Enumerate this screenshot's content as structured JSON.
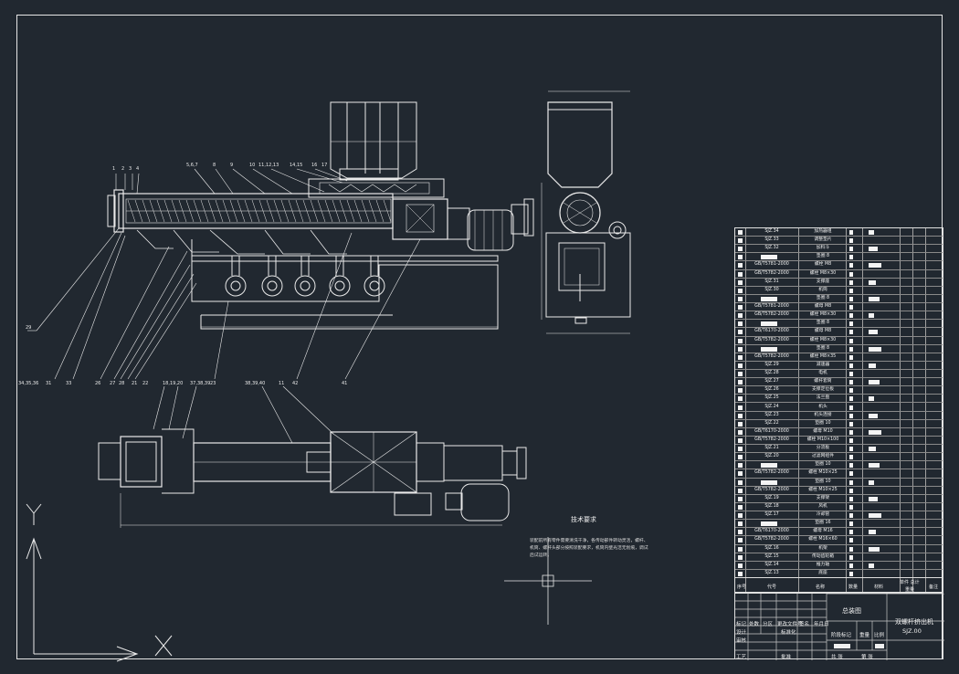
{
  "drawing": {
    "title": "总装图",
    "machine_name": "双螺杆挤出机",
    "drawing_number": "SJZ.00",
    "tech_requirements_title": "技术要求",
    "tech_requirements_text": "装配前所有零件需要清洗干净，各传动部件转动灵活，螺杆、机筒、螺杆头部分按照装配要求，机筒内壁光洁无划痕，调试后试运转。"
  },
  "bom_header": {
    "idx": "序号",
    "code": "代号",
    "name": "名称",
    "qty": "数量",
    "mat": "材料",
    "weight": "单件 总计",
    "weight2": "重量",
    "remark": "备注"
  },
  "bom_rows": [
    {
      "idx": "",
      "code": "SJZ.34",
      "name": "加热器组",
      "qty": "",
      "mat": ""
    },
    {
      "idx": "",
      "code": "SJZ.33",
      "name": "调整垫片",
      "qty": "",
      "mat": ""
    },
    {
      "idx": "",
      "code": "SJZ.32",
      "name": "加料斗",
      "qty": "",
      "mat": ""
    },
    {
      "idx": "",
      "code": "",
      "name": "垫圈 8",
      "qty": "",
      "mat": ""
    },
    {
      "idx": "",
      "code": "GB/T5781-2000",
      "name": "螺栓 M8",
      "qty": "",
      "mat": ""
    },
    {
      "idx": "",
      "code": "GB/T5782-2000",
      "name": "螺栓 M8×30",
      "qty": "",
      "mat": ""
    },
    {
      "idx": "",
      "code": "SJZ.31",
      "name": "支撑座",
      "qty": "",
      "mat": ""
    },
    {
      "idx": "",
      "code": "SJZ.30",
      "name": "机筒",
      "qty": "",
      "mat": ""
    },
    {
      "idx": "",
      "code": "",
      "name": "垫圈 8",
      "qty": "",
      "mat": ""
    },
    {
      "idx": "",
      "code": "GB/T5781-2000",
      "name": "螺母 M8",
      "qty": "",
      "mat": ""
    },
    {
      "idx": "",
      "code": "GB/T5782-2000",
      "name": "螺栓 M8×30",
      "qty": "",
      "mat": ""
    },
    {
      "idx": "",
      "code": "",
      "name": "垫圈 8",
      "qty": "",
      "mat": ""
    },
    {
      "idx": "",
      "code": "GB/T6170-2000",
      "name": "螺母 M8",
      "qty": "",
      "mat": ""
    },
    {
      "idx": "",
      "code": "GB/T5782-2000",
      "name": "螺栓 M8×30",
      "qty": "",
      "mat": ""
    },
    {
      "idx": "",
      "code": "",
      "name": "垫圈 8",
      "qty": "",
      "mat": ""
    },
    {
      "idx": "",
      "code": "GB/T5782-2000",
      "name": "螺栓 M8×35",
      "qty": "",
      "mat": ""
    },
    {
      "idx": "",
      "code": "SJZ.29",
      "name": "减速器",
      "qty": "",
      "mat": ""
    },
    {
      "idx": "",
      "code": "SJZ.28",
      "name": "电机",
      "qty": "",
      "mat": ""
    },
    {
      "idx": "",
      "code": "SJZ.27",
      "name": "螺杆套筒",
      "qty": "",
      "mat": ""
    },
    {
      "idx": "",
      "code": "SJZ.26",
      "name": "支撑定位板",
      "qty": "",
      "mat": ""
    },
    {
      "idx": "",
      "code": "SJZ.25",
      "name": "法兰盘",
      "qty": "",
      "mat": ""
    },
    {
      "idx": "",
      "code": "SJZ.24",
      "name": "机头",
      "qty": "",
      "mat": ""
    },
    {
      "idx": "",
      "code": "SJZ.23",
      "name": "机头连接",
      "qty": "",
      "mat": ""
    },
    {
      "idx": "",
      "code": "SJZ.22",
      "name": "垫圈 10",
      "qty": "",
      "mat": ""
    },
    {
      "idx": "",
      "code": "GB/T6170-2000",
      "name": "螺母 M10",
      "qty": "",
      "mat": ""
    },
    {
      "idx": "",
      "code": "GB/T5782-2000",
      "name": "螺栓 M10×100",
      "qty": "",
      "mat": ""
    },
    {
      "idx": "",
      "code": "SJZ.21",
      "name": "分流板",
      "qty": "",
      "mat": ""
    },
    {
      "idx": "",
      "code": "SJZ.20",
      "name": "过滤网组件",
      "qty": "",
      "mat": ""
    },
    {
      "idx": "",
      "code": "",
      "name": "垫圈 10",
      "qty": "",
      "mat": ""
    },
    {
      "idx": "",
      "code": "GB/T5782-2000",
      "name": "螺栓 M10×25",
      "qty": "",
      "mat": ""
    },
    {
      "idx": "",
      "code": "",
      "name": "垫圈 10",
      "qty": "",
      "mat": ""
    },
    {
      "idx": "",
      "code": "GB/T5782-2000",
      "name": "螺栓 M10×25",
      "qty": "",
      "mat": ""
    },
    {
      "idx": "",
      "code": "SJZ.19",
      "name": "支撑架",
      "qty": "",
      "mat": ""
    },
    {
      "idx": "",
      "code": "SJZ.18",
      "name": "风机",
      "qty": "",
      "mat": ""
    },
    {
      "idx": "",
      "code": "SJZ.17",
      "name": "冷却管",
      "qty": "",
      "mat": ""
    },
    {
      "idx": "",
      "code": "",
      "name": "垫圈 16",
      "qty": "",
      "mat": ""
    },
    {
      "idx": "",
      "code": "GB/T6170-2000",
      "name": "螺母 M16",
      "qty": "",
      "mat": ""
    },
    {
      "idx": "",
      "code": "GB/T5782-2000",
      "name": "螺栓 M16×60",
      "qty": "",
      "mat": ""
    },
    {
      "idx": "",
      "code": "SJZ.16",
      "name": "机架",
      "qty": "",
      "mat": ""
    },
    {
      "idx": "",
      "code": "SJZ.15",
      "name": "传动齿轮箱",
      "qty": "",
      "mat": ""
    },
    {
      "idx": "",
      "code": "SJZ.14",
      "name": "推力轴",
      "qty": "",
      "mat": ""
    },
    {
      "idx": "",
      "code": "SJZ.13",
      "name": "底座",
      "qty": "",
      "mat": ""
    }
  ],
  "title_block": {
    "marker": "标记",
    "count": "处数",
    "zone": "分区",
    "change_no": "更改文件号",
    "signature": "签名",
    "date": "年月日",
    "designer": "设计",
    "standard": "标准化",
    "checker": "审核",
    "process": "工艺",
    "approve": "批准",
    "stage": "阶段标记",
    "weight": "重量",
    "scale": "比例",
    "sheets": "共 张",
    "sheet_no": "第 张"
  },
  "ucs": {
    "y_label": "Y",
    "x_label": "X"
  }
}
